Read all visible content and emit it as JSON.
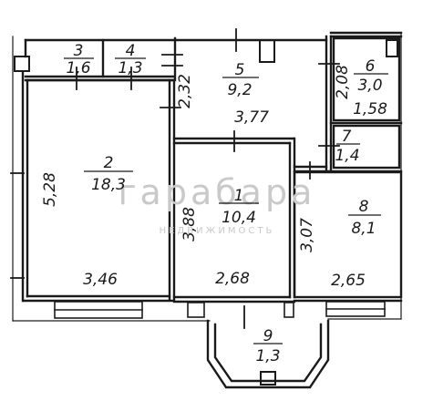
{
  "rooms": [
    {
      "id": "3",
      "number": "3",
      "area": "1,6"
    },
    {
      "id": "4",
      "number": "4",
      "area": "1,3"
    },
    {
      "id": "5",
      "number": "5",
      "area": "9,2"
    },
    {
      "id": "6",
      "number": "6",
      "area": "3,0"
    },
    {
      "id": "7",
      "number": "7",
      "area": "1,4"
    },
    {
      "id": "2",
      "number": "2",
      "area": "18,3"
    },
    {
      "id": "1",
      "number": "1",
      "area": "10,4"
    },
    {
      "id": "8",
      "number": "8",
      "area": "8,1"
    },
    {
      "id": "9",
      "number": "9",
      "area": "1,3"
    }
  ],
  "dimensions": {
    "d_2_32": "2,32",
    "d_2_08": "2,08",
    "d_1_58": "1,58",
    "d_3_77": "3,77",
    "d_5_28": "5,28",
    "d_3_46": "3,46",
    "d_3_88": "3,88",
    "d_2_68": "2,68",
    "d_3_07": "3,07",
    "d_2_65": "2,65"
  },
  "watermark": {
    "main": "гарабара",
    "sub": "НЕДВИЖИМОСТЬ"
  }
}
